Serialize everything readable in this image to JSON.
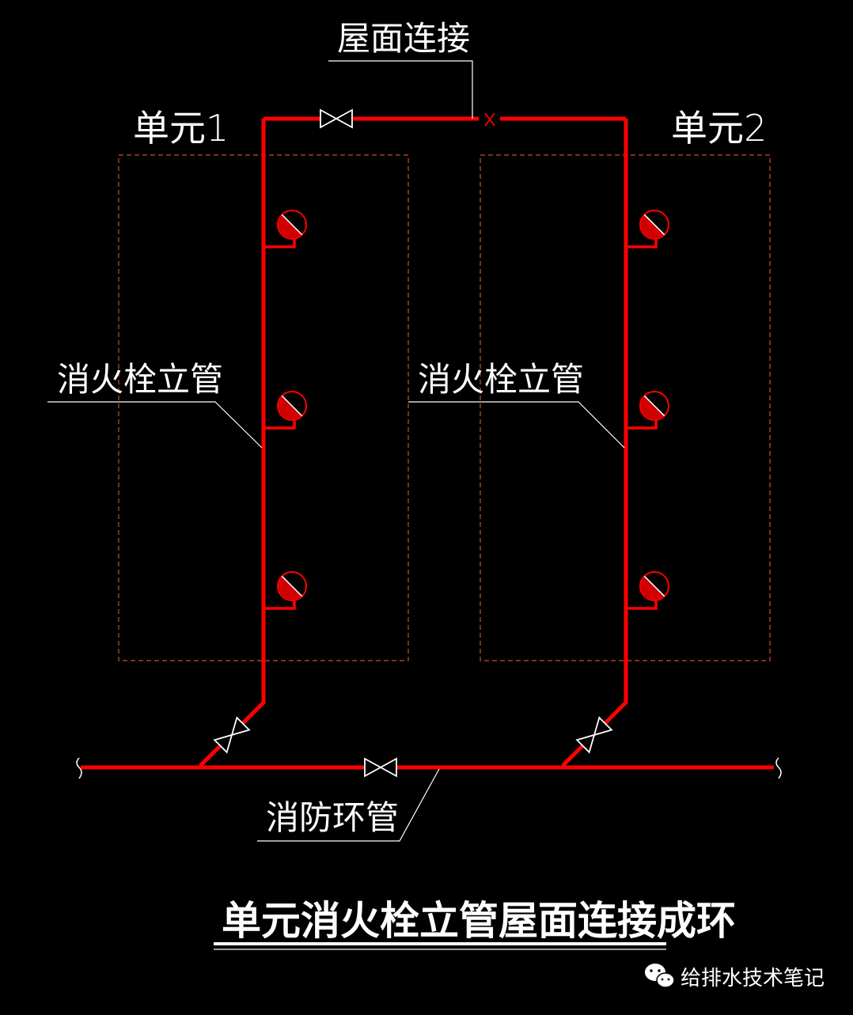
{
  "labels": {
    "roof_connection": "屋面连接",
    "unit1": "单元1",
    "unit2": "单元2",
    "riser_left": "消火栓立管",
    "riser_right": "消火栓立管",
    "ring_main": "消防环管",
    "title": "单元消火栓立管屋面连接成环",
    "watermark": "给排水技术笔记"
  },
  "colors": {
    "pipe": "#ff0000",
    "background": "#000000",
    "unit_outline": "#c8502a",
    "line_white": "#ffffff"
  },
  "units": [
    {
      "name": "单元1",
      "hydrant_count": 3
    },
    {
      "name": "单元2",
      "hydrant_count": 3
    }
  ],
  "icons": {
    "valve": "gate-valve-icon",
    "hydrant": "fire-hydrant-icon",
    "break": "pipe-break-icon",
    "roof_joint": "roof-joint-x-icon",
    "watermark": "wechat-icon"
  }
}
